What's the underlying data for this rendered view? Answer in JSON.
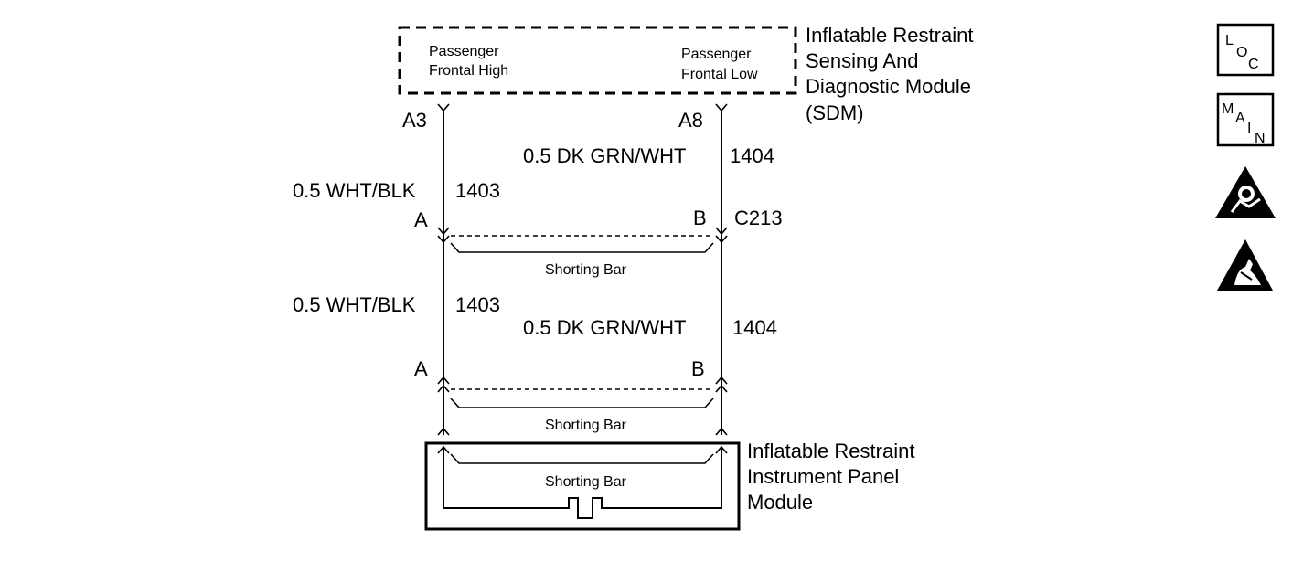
{
  "sdm": {
    "title_lines": [
      "Inflatable Restraint",
      "Sensing And",
      "Diagnostic Module",
      "(SDM)"
    ],
    "left_label_lines": [
      "Passenger",
      "Frontal High"
    ],
    "right_label_lines": [
      "Passenger",
      "Frontal Low"
    ],
    "left_pin": "A3",
    "right_pin": "A8"
  },
  "wires_upper": {
    "left_gauge_color": "0.5 WHT/BLK",
    "left_circuit": "1403",
    "right_gauge_color": "0.5 DK GRN/WHT",
    "right_circuit": "1404"
  },
  "connector_c213": {
    "name": "C213",
    "left_pin": "A",
    "right_pin": "B",
    "shorting_bar": "Shorting Bar"
  },
  "wires_lower": {
    "left_gauge_color": "0.5 WHT/BLK",
    "left_circuit": "1403",
    "right_gauge_color": "0.5 DK GRN/WHT",
    "right_circuit": "1404"
  },
  "lower_connector": {
    "left_pin": "A",
    "right_pin": "B",
    "shorting_bar": "Shorting Bar"
  },
  "ip_module": {
    "title_lines": [
      "Inflatable Restraint",
      "Instrument Panel",
      "Module"
    ],
    "shorting_bar": "Shorting Bar"
  },
  "side_icons": {
    "loc": {
      "letters": [
        "L",
        "O",
        "C"
      ]
    },
    "main": {
      "letters": [
        "M",
        "A",
        "I",
        "N"
      ]
    },
    "airbag_warning": "airbag-warning-icon",
    "esd_warning": "esd-warning-icon"
  }
}
